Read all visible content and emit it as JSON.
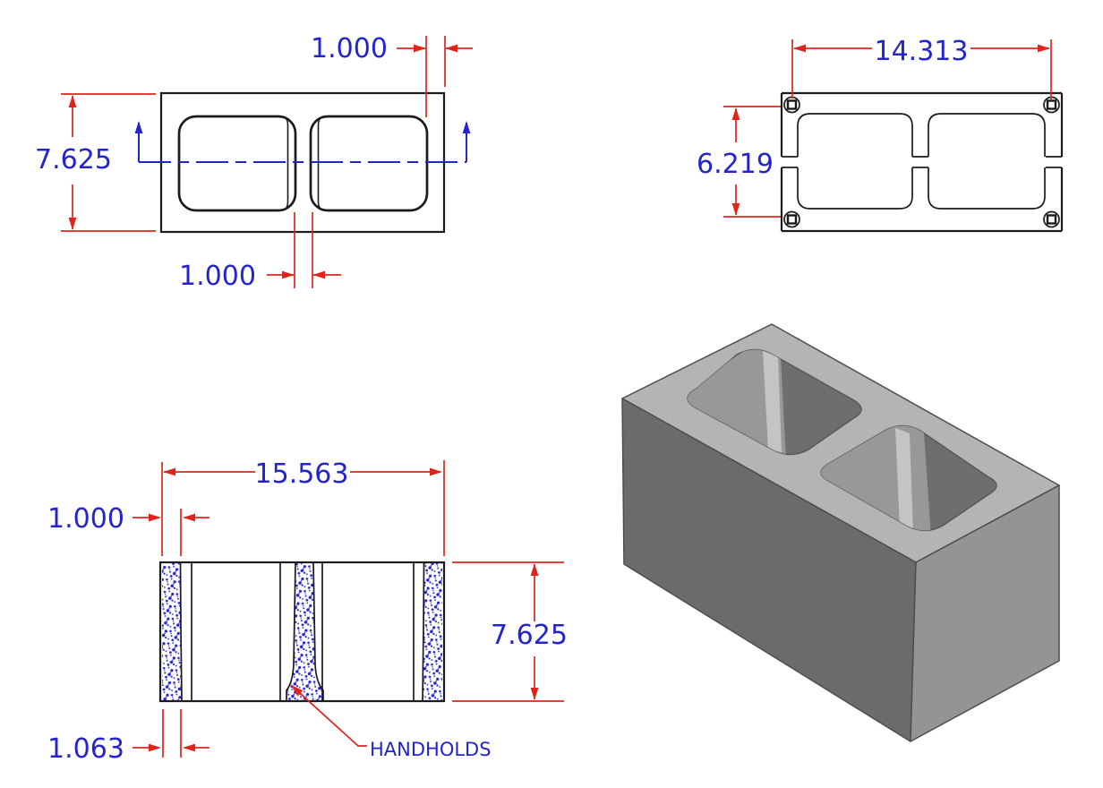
{
  "title": "Concrete masonry unit multi-view drawing",
  "colors": {
    "dimension": "#e1241b",
    "annotation": "#2424cf",
    "outline": "#1b1b1b",
    "iso_top": "#b4b4b4",
    "iso_front": "#6b6b6b",
    "iso_side": "#949494",
    "iso_hole": "#6e6e6e",
    "iso_hole_light": "#989898",
    "iso_hole_streak": "#c9c9c9"
  },
  "plan_view": {
    "depth": "7.625",
    "wall_top": "1.000",
    "web": "1.000"
  },
  "bottom_view": {
    "core_span": "14.313",
    "inner_depth": "6.219"
  },
  "section_view": {
    "length": "15.563",
    "wall_at_top": "1.000",
    "height": "7.625",
    "wall_at_bottom": "1.063",
    "callout": "HANDHOLDS"
  }
}
